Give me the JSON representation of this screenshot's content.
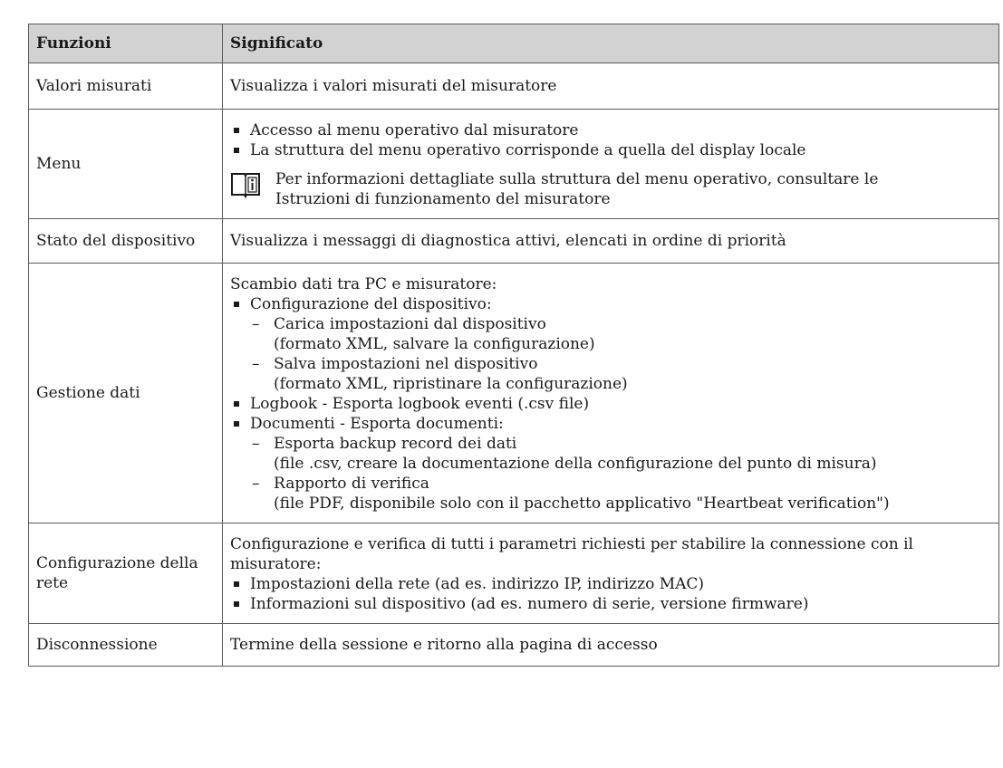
{
  "header": {
    "col1": "Funzioni",
    "col2": "Significato"
  },
  "rows": [
    {
      "function": "Valori misurati",
      "text": "Visualizza i valori misurati del misuratore"
    },
    {
      "function": "Menu",
      "bullets": [
        "Accesso al menu operativo dal misuratore",
        "La struttura del menu operativo corrisponde a quella del display locale"
      ],
      "note_line1": "Per informazioni dettagliate sulla struttura del menu operativo, consultare le",
      "note_line2": "Istruzioni di funzionamento del misuratore",
      "note_icon": "book-info-icon"
    },
    {
      "function": "Stato del dispositivo",
      "text": "Visualizza i messaggi di diagnostica attivi, elencati in ordine di priorità"
    },
    {
      "function": "Gestione dati",
      "intro": "Scambio dati tra PC e misuratore:",
      "b1": "Configurazione del dispositivo:",
      "b1_s1_l1": "Carica impostazioni dal dispositivo",
      "b1_s1_l2": "(formato XML, salvare la configurazione)",
      "b1_s2_l1": "Salva impostazioni nel dispositivo",
      "b1_s2_l2": "(formato XML, ripristinare la configurazione)",
      "b2": "Logbook - Esporta logbook eventi (.csv file)",
      "b3": "Documenti - Esporta documenti:",
      "b3_s1_l1": "Esporta backup record dei dati",
      "b3_s1_l2": "(file .csv, creare la documentazione della configurazione del punto di misura)",
      "b3_s2_l1": "Rapporto di verifica",
      "b3_s2_l2": "(file PDF, disponibile solo con il pacchetto applicativo \"Heartbeat verification\")"
    },
    {
      "function_l1": "Configurazione della",
      "function_l2": "rete",
      "intro_l1": "Configurazione e verifica di tutti i parametri richiesti per stabilire la connessione con il",
      "intro_l2": "misuratore:",
      "b1": "Impostazioni della rete (ad es. indirizzo IP, indirizzo MAC)",
      "b2": "Informazioni sul dispositivo (ad es. numero di serie, versione firmware)"
    },
    {
      "function": "Disconnessione",
      "text": "Termine della sessione e ritorno alla pagina di accesso"
    }
  ]
}
